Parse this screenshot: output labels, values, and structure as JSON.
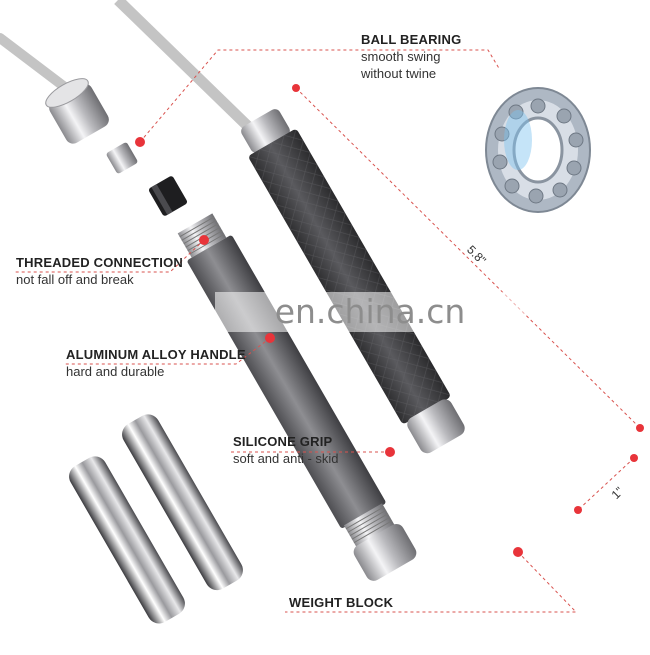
{
  "labels": {
    "ball_bearing": {
      "title": "BALL BEARING",
      "sub1": "smooth swing",
      "sub2": "without twine"
    },
    "threaded_connection": {
      "title": "THREADED CONNECTION",
      "sub": "not fall off and break"
    },
    "aluminum_handle": {
      "title": "ALUMINUM ALLOY HANDLE",
      "sub": "hard and durable"
    },
    "silicone_grip": {
      "title": "SILICONE GRIP",
      "sub": "soft and anti - skid"
    },
    "weight_block": {
      "title": "WEIGHT BLOCK"
    }
  },
  "dimensions": {
    "length": "5.8\"",
    "diameter": "1\""
  },
  "watermark": "en.china.cn",
  "colors": {
    "accent": "#e8343a",
    "grip": "#4a4a4c",
    "metal": "#c8c8cc",
    "cable": "#bdbdbd"
  }
}
